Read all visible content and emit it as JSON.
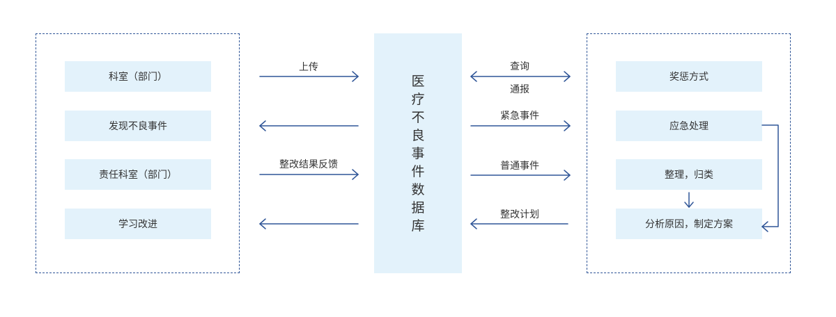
{
  "left_group": {
    "items": [
      "科室（部门）",
      "发现不良事件",
      "责任科室（部门）",
      "学习改进"
    ]
  },
  "database": {
    "title_chars": [
      "医",
      "疗",
      "不",
      "良",
      "事",
      "件",
      "数",
      "据",
      "库"
    ]
  },
  "right_group": {
    "items": [
      "奖惩方式",
      "应急处理",
      "整理，归类",
      "分析原因，制定方案"
    ]
  },
  "flows": {
    "upload": "上传",
    "feedback": "整改结果反馈",
    "query": "查询",
    "notify": "通报",
    "emergency_event": "紧急事件",
    "normal_event": "普通事件",
    "rectification_plan": "整改计划"
  },
  "colors": {
    "accent": "#2f5597",
    "node_fill": "#e3f2fb"
  }
}
